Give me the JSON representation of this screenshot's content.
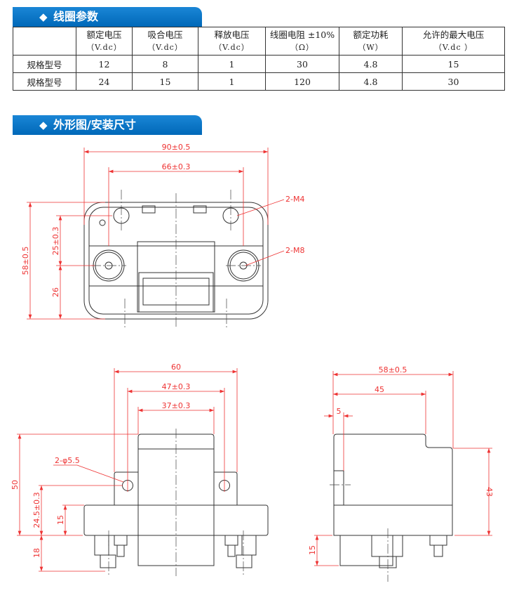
{
  "sections": {
    "coil": "线圈参数",
    "outline": "外形图/安装尺寸",
    "bullet_icon": "diamond"
  },
  "table": {
    "headers": [
      {
        "label": "",
        "unit": ""
      },
      {
        "label": "额定电压",
        "unit": "（V.dc）"
      },
      {
        "label": "吸合电压",
        "unit": "（V.dc）"
      },
      {
        "label": "释放电压",
        "unit": "（V.dc）"
      },
      {
        "label": "线圈电阻 ±10%",
        "unit": "（Ω）"
      },
      {
        "label": "额定功耗",
        "unit": "（W）"
      },
      {
        "label": "允许的最大电压",
        "unit": "（V.dc ）"
      }
    ],
    "rows": [
      [
        "规格型号",
        "12",
        "8",
        "1",
        "30",
        "4.8",
        "15"
      ],
      [
        "规格型号",
        "24",
        "15",
        "1",
        "120",
        "4.8",
        "30"
      ]
    ]
  },
  "dims": {
    "top": {
      "width": "90±0.5",
      "hole_span": "66±0.3",
      "height": "58±0.5",
      "upper": "25±0.3",
      "lower": "26",
      "m4": "2-M4",
      "m8": "2-M8"
    },
    "front": {
      "width": "60",
      "hole_span": "47±0.3",
      "body": "37±0.3",
      "height": "50",
      "hole_h": "24.5±0.3",
      "base": "15",
      "term": "18",
      "hole": "2-φ5.5"
    },
    "side": {
      "depth": "58±0.5",
      "upper": "45",
      "offset": "5",
      "height": "43",
      "term": "15"
    }
  }
}
